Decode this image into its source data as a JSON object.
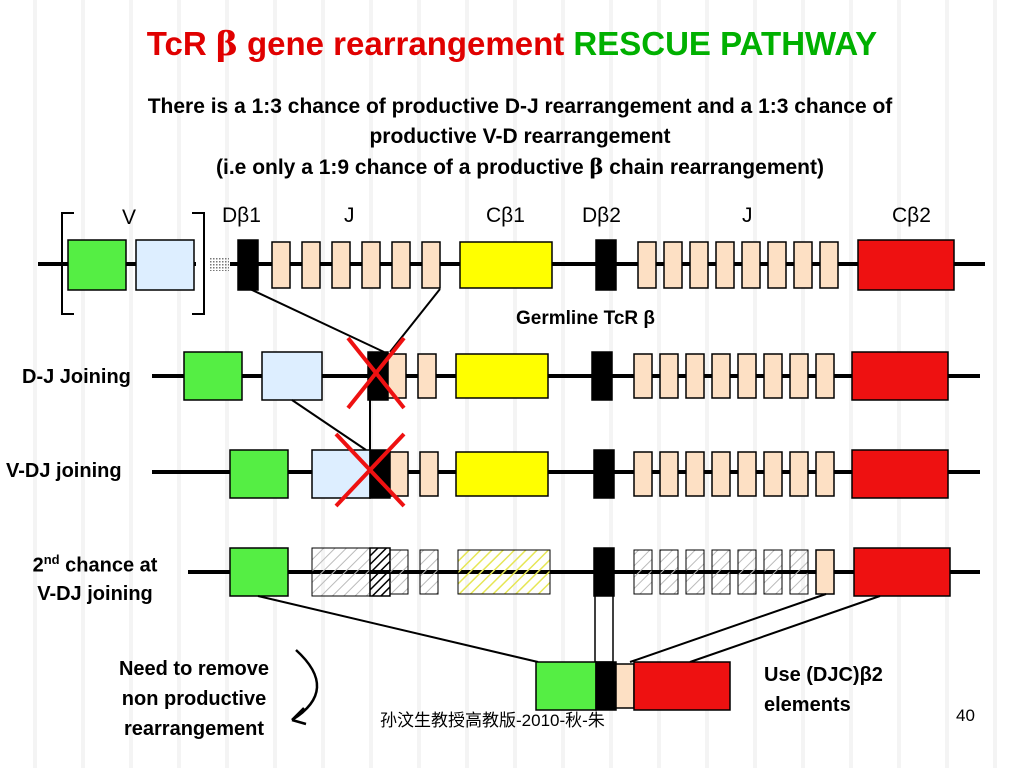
{
  "title": {
    "part1": "TcR ",
    "beta": "β",
    "part2": " gene rearrangement ",
    "part3": "RESCUE PATHWAY"
  },
  "description": {
    "line1": "There is a 1:3 chance of productive D-J rearrangement and a 1:3 chance of",
    "line2": "productive V-D rearrangement",
    "line3_a": "(i.e only a 1:9 chance of a productive ",
    "line3_beta": "β",
    "line3_b": " chain rearrangement)"
  },
  "gene_labels": {
    "v": "V",
    "db1": "Dβ1",
    "j1": "J",
    "cb1": "Cβ1",
    "db2": "Dβ2",
    "j2": "J",
    "cb2": "Cβ2"
  },
  "germline_label": "Germline TcR β",
  "rows": {
    "dj": "D-J Joining",
    "vdj": "V-DJ joining",
    "second_a": "2",
    "second_sup": "nd",
    "second_b": " chance at",
    "second_c": "V-DJ joining"
  },
  "notes": {
    "remove_1": "Need to remove",
    "remove_2": "non productive",
    "remove_3": "rearrangement",
    "use_1": "Use (DJC)β2",
    "use_2": "elements"
  },
  "footer": "孙汶生教授高教版-2010-秋-朱",
  "page_number": "40",
  "colors": {
    "v_green": "#55ee44",
    "v_light_blue": "#ddeeff",
    "j_segment": "#fde0c4",
    "c_beta1": "#ffff00",
    "c_beta2": "#ee1111",
    "cross": "#ee1111",
    "title_red": "#e00000",
    "title_green": "#00b000"
  }
}
